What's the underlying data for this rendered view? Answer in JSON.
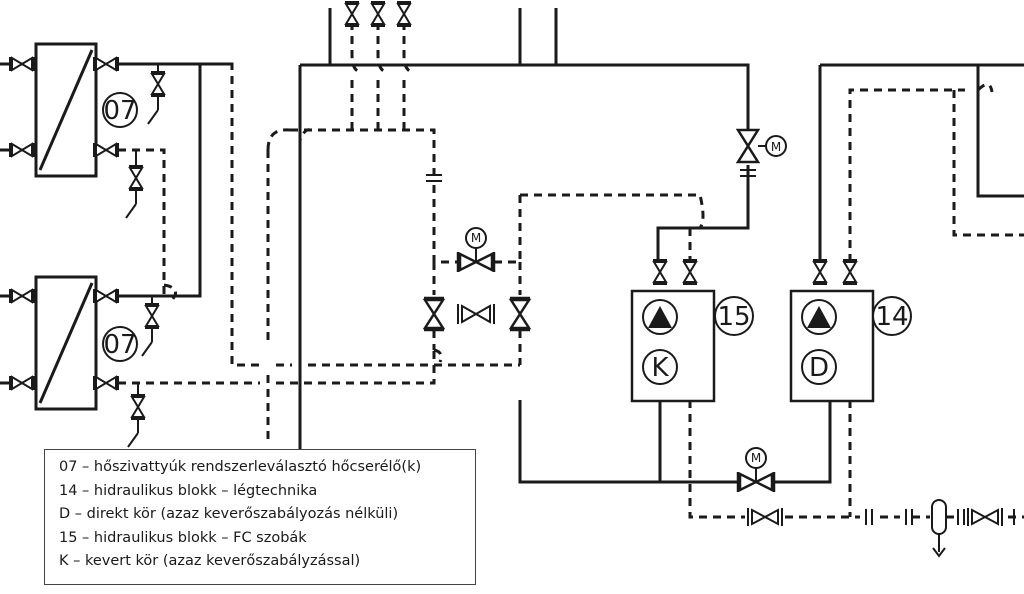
{
  "labels": {
    "hx_top": "07",
    "hx_bottom": "07",
    "block_15_number": "15",
    "block_14_number": "14",
    "block_15_circuit": "K",
    "block_14_circuit": "D",
    "motor": "M"
  },
  "legend": [
    "07 – hőszivattyúk rendszerleválasztó hőcserélő(k)",
    "14 – hidraulikus blokk – légtechnika",
    "D  – direkt kör (azaz keverőszabályozás nélküli)",
    "15 – hidraulikus blokk – FC szobák",
    "K  – kevert kör (azaz keverőszabályzással)"
  ]
}
